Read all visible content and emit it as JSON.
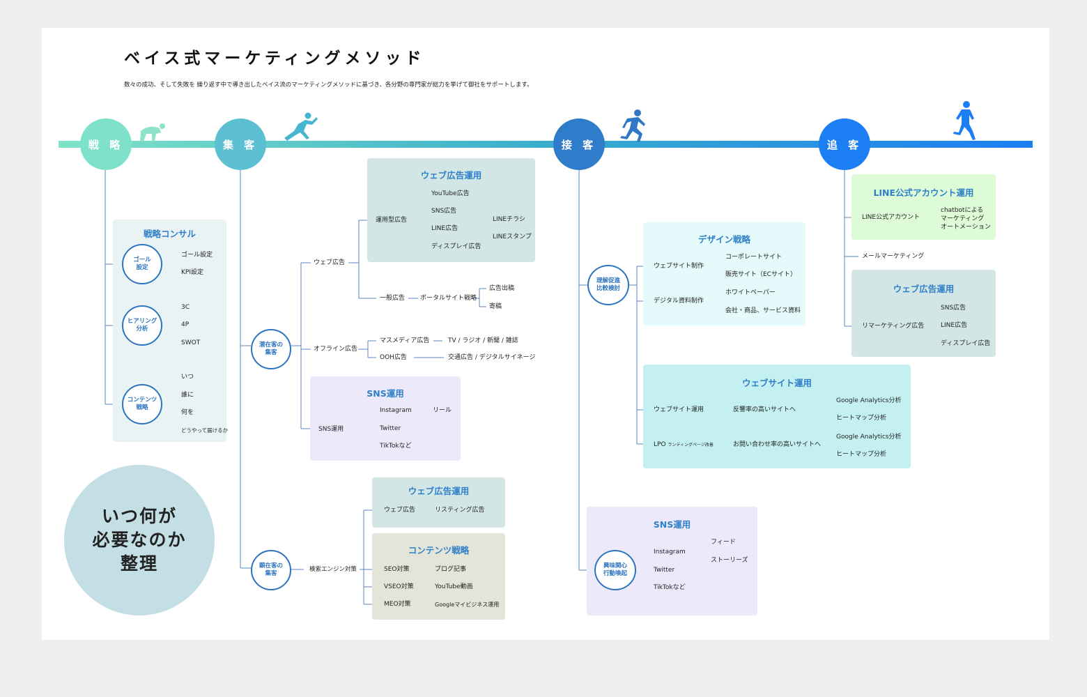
{
  "title": "ベイス式マーケティングメソッド",
  "subtitle": "数々の成功、そして失敗を 繰り返す中で導き出したベイス流のマーケティングメソッドに基づき、各分野の専門家が総力を挙げて御社をサポートします。",
  "stages": [
    {
      "label": "戦 略",
      "color": "#7fe1c9"
    },
    {
      "label": "集 客",
      "color": "#5cc0d2"
    },
    {
      "label": "接 客",
      "color": "#2f7ccb"
    },
    {
      "label": "追 客",
      "color": "#1b7ef3"
    }
  ],
  "timeline_colors": [
    "#7fe3c6",
    "#1b7ef3"
  ],
  "big_circle": [
    "いつ何が",
    "必要なのか",
    "整理"
  ],
  "strategy": {
    "panel_title": "戦略コンサル",
    "groups": [
      {
        "circle": [
          "ゴール",
          "設定"
        ],
        "items": [
          "ゴール設定",
          "KPI設定"
        ]
      },
      {
        "circle": [
          "ヒアリング",
          "分析"
        ],
        "items": [
          "3C",
          "4P",
          "SWOT"
        ]
      },
      {
        "circle": [
          "コンテンツ",
          "戦略"
        ],
        "items": [
          "いつ",
          "誰に",
          "何を",
          "どうやって届けるか"
        ]
      }
    ]
  },
  "acquisition": {
    "potential_circle": [
      "潜在客の",
      "集客"
    ],
    "visible_circle": [
      "顕在客の",
      "集客"
    ],
    "web_ad_panel": "ウェブ広告運用",
    "web_ad": "ウェブ広告",
    "operational_ad": "運用型広告",
    "op_items": [
      "YouTube広告",
      "SNS広告",
      "LINE広告",
      "ディスプレイ広告"
    ],
    "line_items": [
      "LINEチラシ",
      "LINEスタンプ"
    ],
    "general_ad": "一般広告",
    "portal": "ポータルサイト戦略",
    "portal_items": [
      "広告出稿",
      "寄稿"
    ],
    "offline": "オフライン広告",
    "mass": "マスメディア広告",
    "mass_item": "TV / ラジオ / 新聞 / 雑誌",
    "ooh": "OOH広告",
    "ooh_item": "交通広告 / デジタルサイネージ",
    "sns_panel": "SNS運用",
    "sns": "SNS運用",
    "sns_items": [
      "Instagram",
      "Twitter",
      "TikTokなど"
    ],
    "reel": "リール",
    "web_ad_panel2": "ウェブ広告運用",
    "web_ad2": "ウェブ広告",
    "listing": "リスティング広告",
    "content_panel": "コンテンツ戦略",
    "search": "検索エンジン対策",
    "seo": [
      {
        "k": "SEO対策",
        "v": "ブログ記事"
      },
      {
        "k": "VSEO対策",
        "v": "YouTube動画"
      },
      {
        "k": "MEO対策",
        "v": "Googleマイビジネス運用"
      }
    ]
  },
  "service": {
    "understand_circle": [
      "理解促進",
      "比較検討"
    ],
    "interest_circle": [
      "興味関心",
      "行動喚起"
    ],
    "design_panel": "デザイン戦略",
    "web_make": "ウェブサイト制作",
    "web_make_items": [
      "コーポレートサイト",
      "販売サイト（ECサイト）"
    ],
    "digital_doc": "デジタル資料制作",
    "digital_doc_items": [
      "ホワイトペーパー",
      "会社・商品、サービス資料"
    ],
    "site_panel": "ウェブサイト運用",
    "site_op": "ウェブサイト運用",
    "bounce": "反響率の高いサイトへ",
    "lpo": "LPO",
    "lpo_small": "ランディングページ改善",
    "inquiry": "お問い合わせ率の高いサイトへ",
    "analysis": [
      "Google Analytics分析",
      "ヒートマップ分析"
    ],
    "sns_panel": "SNS運用",
    "instagram": "Instagram",
    "insta_items": [
      "フィード",
      "ストーリーズ"
    ],
    "twitter": "Twitter",
    "tiktok": "TikTokなど"
  },
  "follow": {
    "line_panel": "LINE公式アカウント運用",
    "line_account": "LINE公式アカウント",
    "chatbot": [
      "chatbotによる",
      "マーケティング",
      "オートメーション"
    ],
    "mail": "メールマーケティング",
    "web_ad_panel": "ウェブ広告運用",
    "remarketing": "リマーケティング広告",
    "remarketing_items": [
      "SNS広告",
      "LINE広告",
      "ディスプレイ広告"
    ]
  }
}
